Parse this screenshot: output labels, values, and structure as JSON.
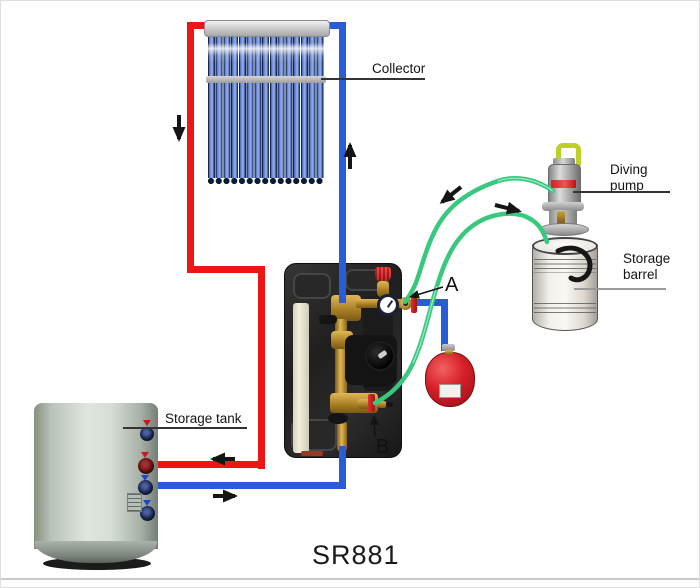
{
  "diagram": {
    "title": "SR881",
    "labels": {
      "collector": "Collector",
      "diving_pump": {
        "line1": "Diving",
        "line2": "pump"
      },
      "storage_barrel": {
        "line1": "Storage",
        "line2": "barrel"
      },
      "storage_tank": "Storage tank",
      "valve_a": "A",
      "valve_b": "B"
    },
    "colors": {
      "hot_pipe_red": "#ee1515",
      "return_pipe_blue": "#2a5cd6",
      "hose_green": "#38c97e",
      "expansion_vessel_red": "#d6222c",
      "arrow_black": "#141414",
      "leader_line_dark": "#333333",
      "leader_line_gray": "#9a9a9a"
    }
  }
}
